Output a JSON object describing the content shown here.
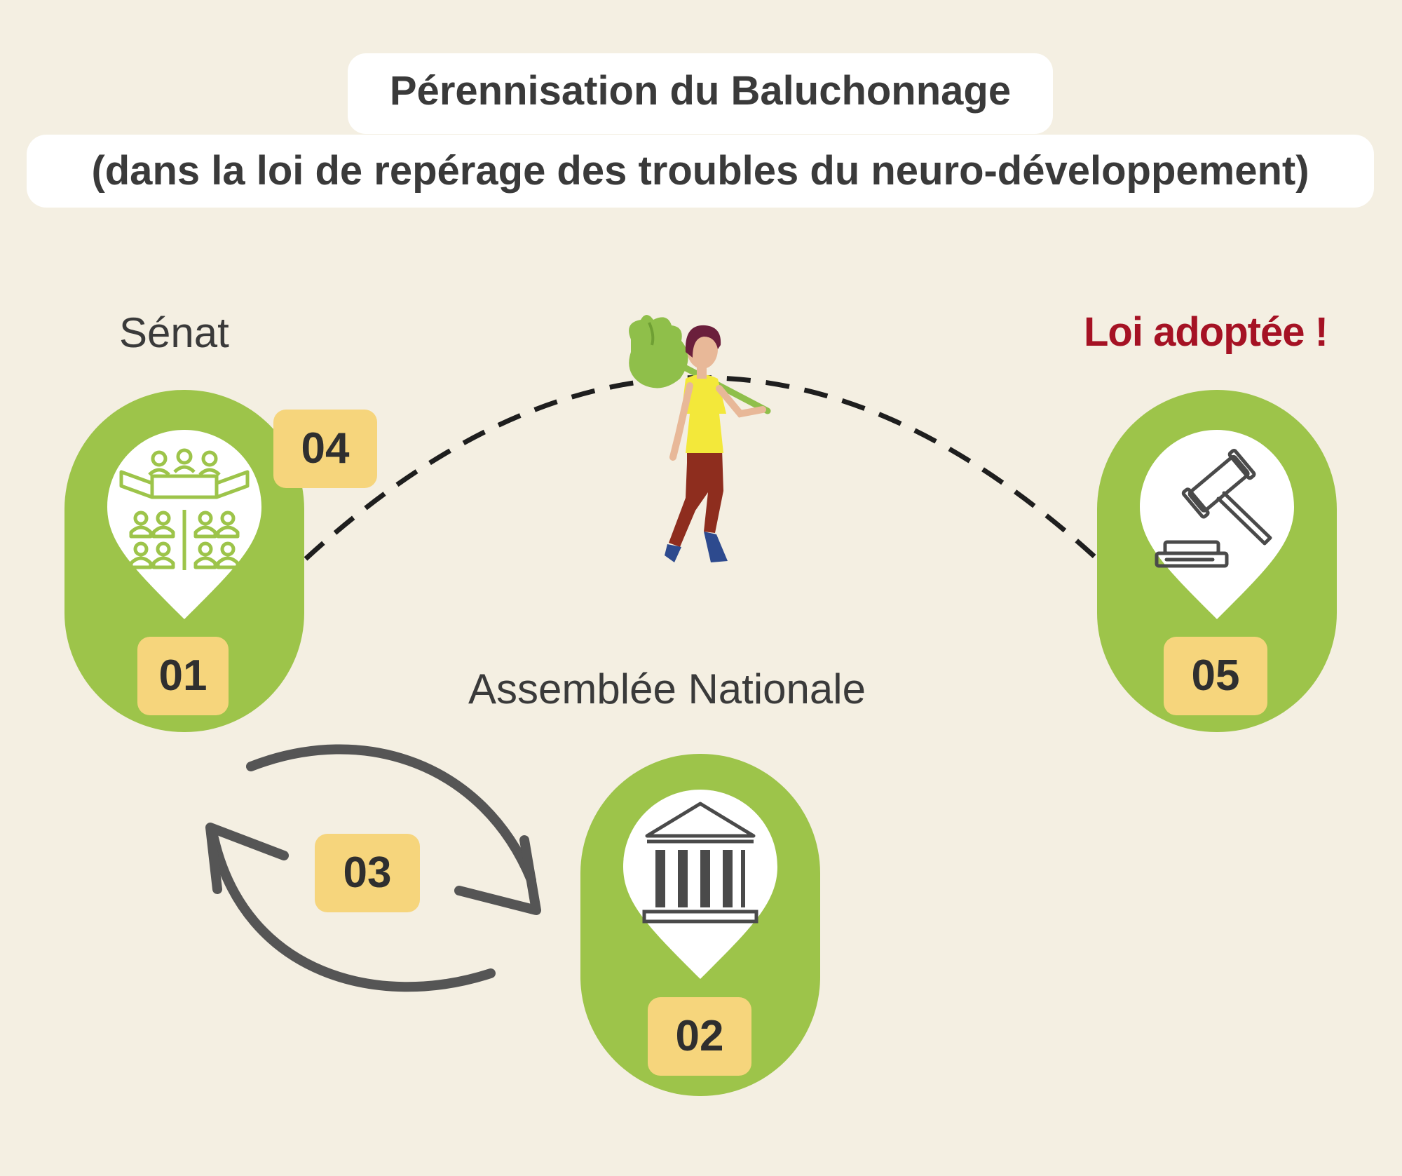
{
  "title": {
    "line1": "Pérennisation du Baluchonnage",
    "line2": "(dans la loi de repérage des troubles du neuro-développement)"
  },
  "labels": {
    "senat": "Sénat",
    "assemblee": "Assemblée Nationale",
    "loi": "Loi adoptée !"
  },
  "steps": {
    "s01": "01",
    "s02": "02",
    "s03": "03",
    "s04": "04",
    "s05": "05"
  },
  "icons": {
    "senat": "senate-assembly-icon",
    "assemblee": "parliament-building-icon",
    "loi": "gavel-icon",
    "figure": "woman-with-bundle-illustration"
  },
  "colors": {
    "background": "#f4efe2",
    "pill_green": "#9dc44a",
    "badge_yellow": "#f6d57c",
    "text_dark": "#3a3a3a",
    "accent_red": "#a51224",
    "arrow_gray": "#555555"
  }
}
